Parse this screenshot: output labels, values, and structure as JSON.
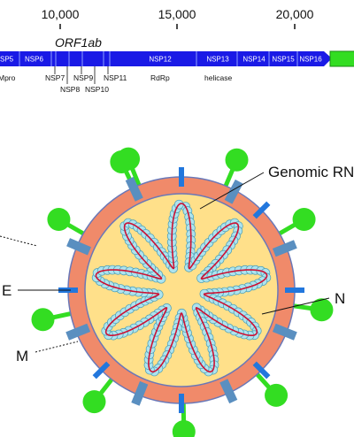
{
  "genome_map": {
    "ticks": [
      "10,000",
      "15,000",
      "20,000"
    ],
    "gene_name": "ORF1ab",
    "nsp_in_bar": [
      "SP5",
      "NSP6",
      "NSP12",
      "NSP13",
      "NSP14",
      "NSP15",
      "NSP16"
    ],
    "nsp_below": [
      "NSP7",
      "NSP8",
      "NSP9",
      "NSP10",
      "NSP11"
    ],
    "functions": [
      "Mpro",
      "RdRp",
      "helicase"
    ],
    "colors": {
      "orf1ab": "#1a1ae6",
      "next_gene": "#33dd22"
    }
  },
  "virion": {
    "labels": {
      "genomic_rna": "Genomic RNA",
      "n_protein": "N",
      "e_protein": "E",
      "m_protein": "M"
    },
    "colors": {
      "envelope": "#f08a6a",
      "interior": "#ffe08a",
      "spike": "#33dd22",
      "e_protein": "#2277dd",
      "m_protein": "#5a8fc0",
      "nucleocapsid": "#aee3ee",
      "rna": "#cc1133"
    }
  }
}
